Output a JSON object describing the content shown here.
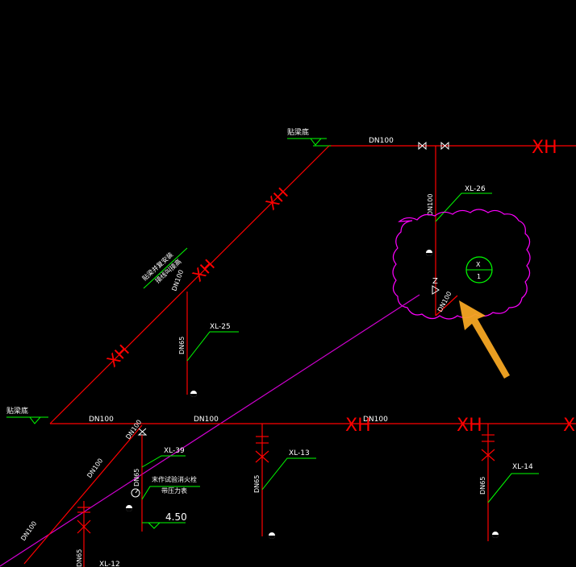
{
  "drawing": {
    "colors": {
      "pipe": "#ff0000",
      "leader": "#00ff00",
      "text": "#ffffff",
      "cloud": "#ff00ff",
      "magenta_line": "#d000d0",
      "arrow": "#f5a623"
    },
    "labels": {
      "top_level_note": "贴梁底",
      "left_level_note": "贴梁底",
      "dn100_top": "DN100",
      "xh_top_right": "XH",
      "xh_diag_upper": "XH",
      "xh_diag_mid": "XH",
      "xh_diag_lower": "XH",
      "dn100_vertical_right": "DN100",
      "xl26": "XL-26",
      "dn100_cloud": "DN100",
      "z_mark": "Z",
      "circle_top": "X",
      "circle_bottom": "1",
      "diag_note_1": "贴梁并复安装",
      "diag_note_2": "接线叫接高",
      "dn100_diag_mid": "DN100",
      "dn65_xl25": "DN65",
      "xl25": "XL-25",
      "dn100_h_left": "DN100",
      "dn100_h_mid": "DN100",
      "dn100_h_right": "DN100",
      "xh_h_1": "XH",
      "xh_h_2": "XH",
      "xh_h_3": "XH",
      "dn100_lower_1": "DN100",
      "dn100_lower_2": "DN100",
      "dn100_lower_3": "DN100",
      "dn65_xl39": "DN65",
      "xl39": "XL-39",
      "note_test_1": "末作试验消火栓",
      "note_test_2": "带压力表",
      "elevation": "4.50",
      "dn65_xl13": "DN65",
      "xl13": "XL-13",
      "dn65_xl14": "DN65",
      "xl14": "XL-14",
      "dn65_xl12": "DN65",
      "xl12": "XL-12"
    }
  }
}
